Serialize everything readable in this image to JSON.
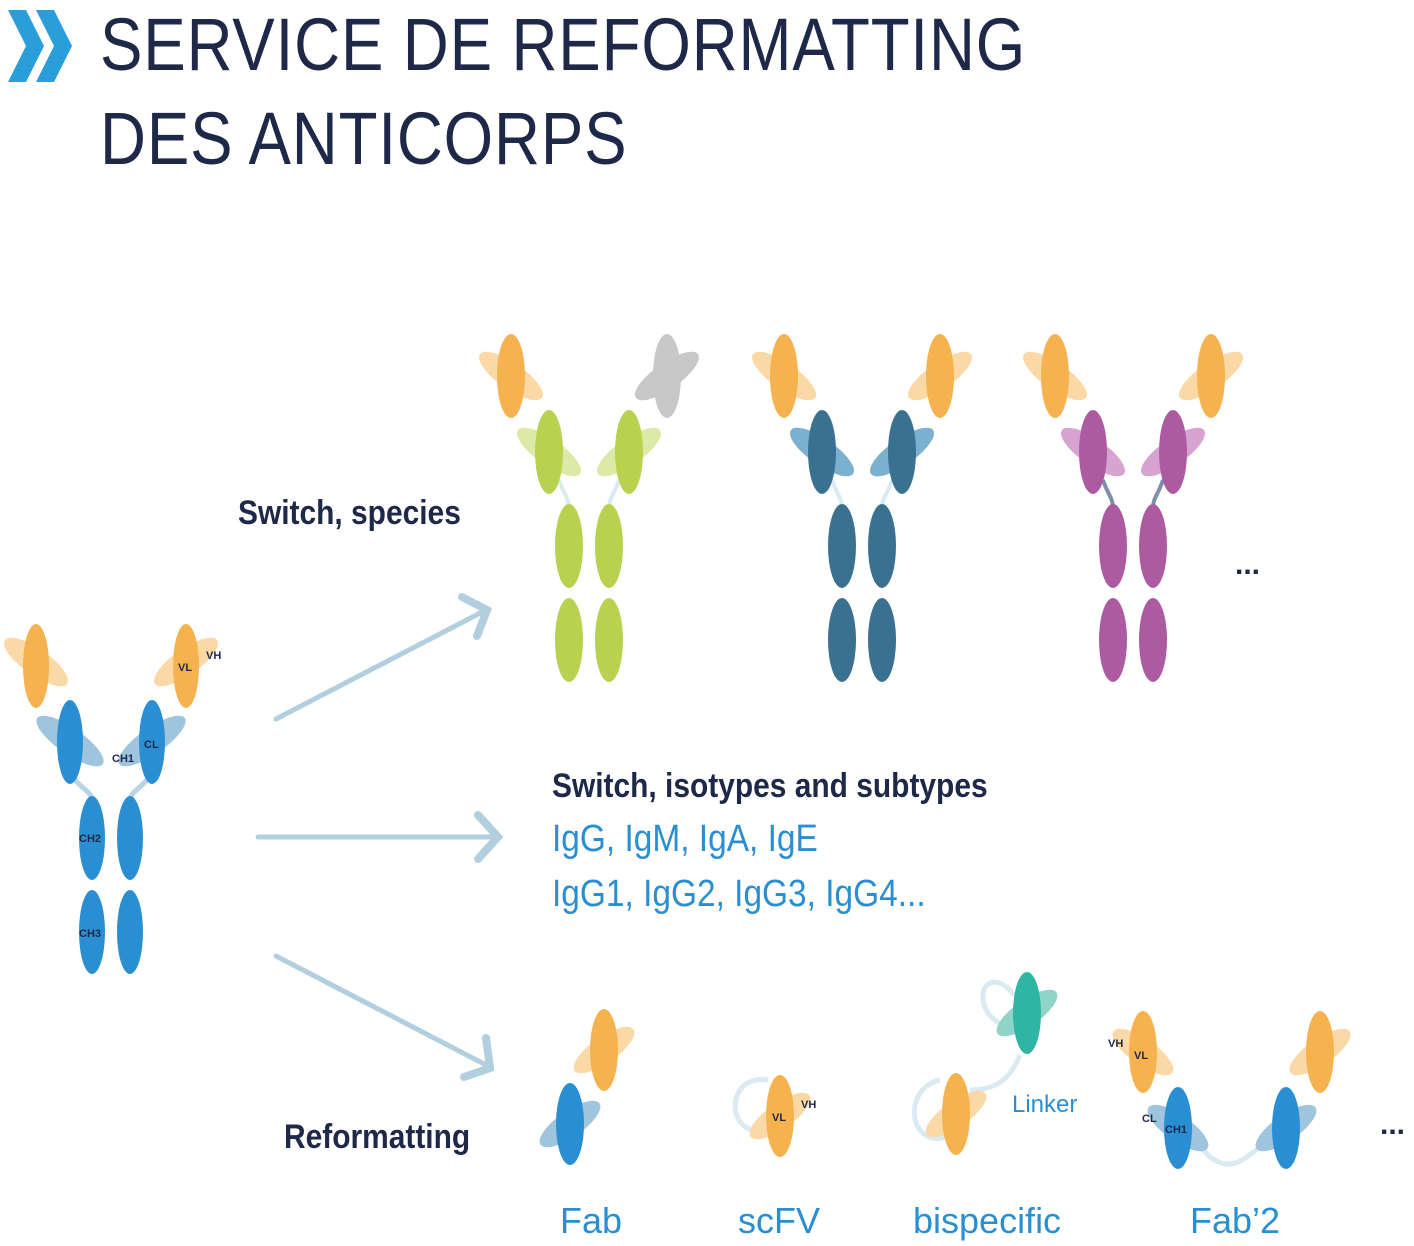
{
  "title": {
    "line1": "SERVICE DE REFORMATTING",
    "line2": "DES ANTICORPS",
    "chevron_icon": "double-chevron-right-icon"
  },
  "colors": {
    "navy": "#1e2848",
    "accent_blue": "#2a8fd2",
    "arrow": "#b2cfe0",
    "orange": "#f6b24e",
    "orange_light": "#fbd9a6",
    "blue": "#2a8fd2",
    "blue_light": "#9fc4de",
    "lime": "#b8d14f",
    "lime_light": "#dde9a6",
    "teal_dark": "#3b7190",
    "teal_light": "#7cb0cf",
    "purple": "#ad5ba1",
    "purple_light": "#d7a3d0",
    "green_teal": "#2fb5a3",
    "green_teal_light": "#8fd4c8",
    "grey": "#c8c8c8"
  },
  "source_antibody": {
    "domain_labels": {
      "vl": "VL",
      "vh": "VH",
      "cl": "CL",
      "ch1": "CH1",
      "ch2": "CH2",
      "ch3": "CH3"
    }
  },
  "species_switch": {
    "label": "Switch, species",
    "ellipsis": "..."
  },
  "isotype_switch": {
    "label": "Switch, isotypes and subtypes",
    "line1": "IgG, IgM, IgA, IgE",
    "line2": "IgG1, IgG2, IgG3, IgG4..."
  },
  "reformatting": {
    "label": "Reformatting",
    "formats": [
      "Fab",
      "scFV",
      "bispecific",
      "Fab’2"
    ],
    "linker_label": "Linker",
    "scfv_labels": {
      "vl": "VL",
      "vh": "VH"
    },
    "fab2_labels": {
      "vh": "VH",
      "vl": "VL",
      "cl": "CL",
      "ch1": "CH1"
    },
    "ellipsis": "..."
  }
}
